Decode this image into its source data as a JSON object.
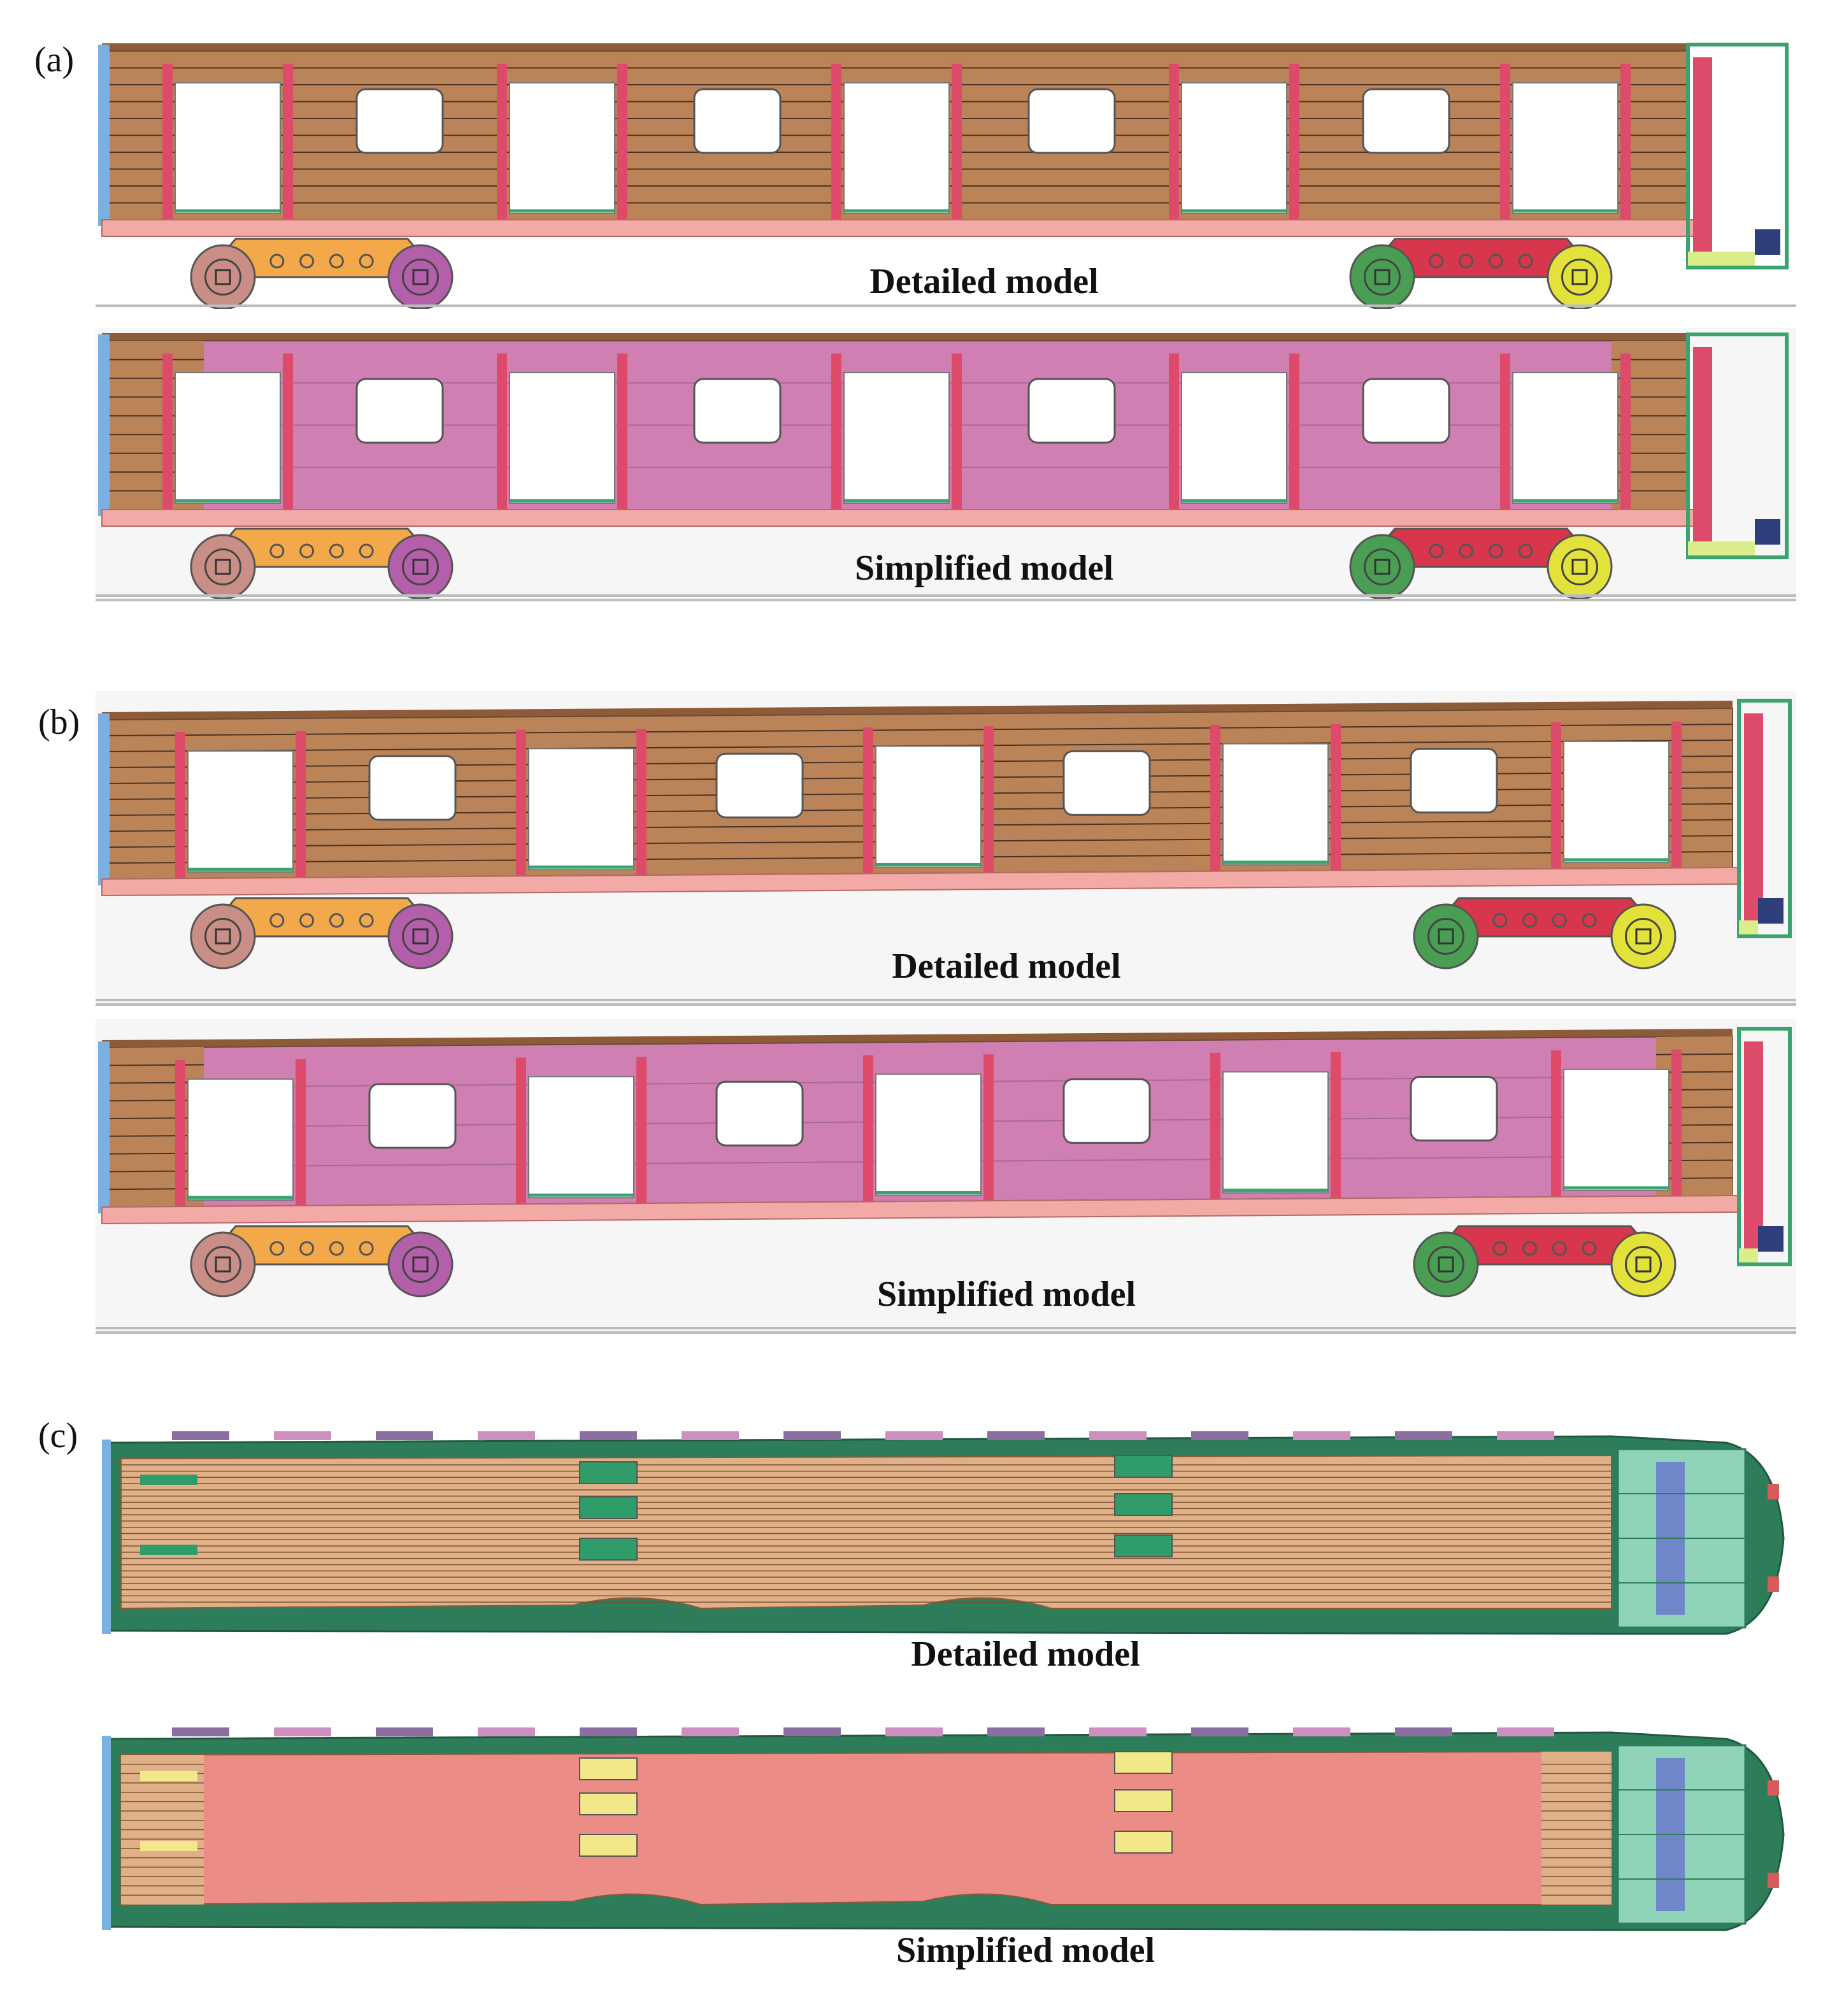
{
  "panels": [
    {
      "label": "(a)",
      "detailed_caption": "Detailed model",
      "simplified_caption": "Simplified model"
    },
    {
      "label": "(b)",
      "detailed_caption": "Detailed model",
      "simplified_caption": "Simplified model"
    },
    {
      "label": "(c)",
      "detailed_caption": "Detailed model",
      "simplified_caption": "Simplified model"
    }
  ],
  "colors": {
    "detailed_body": "#bb8458",
    "simplified_body": "#cf7fb1",
    "post": "#de4a6a",
    "frame_pink": "#f3a9a6",
    "bogie_orange": "#f3a94a",
    "bogie_red": "#d8364c",
    "wheel_brown": "#c98f86",
    "wheel_purple": "#b35faa",
    "wheel_green": "#4a9e54",
    "wheel_yellow": "#e2e23a",
    "cab_green": "#3aa36e",
    "roof_tan": "#e0b088",
    "roof_salmon": "#ec8c86",
    "end_blue": "#7ab1e0"
  }
}
